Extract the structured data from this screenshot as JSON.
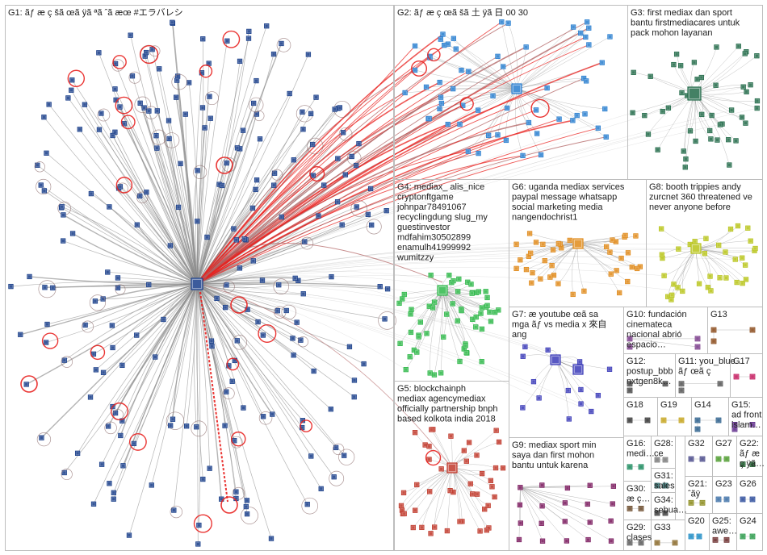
{
  "graph": {
    "groups": [
      {
        "id": "G1",
        "lines": [
          "G1: ãƒ æ ç šã œã ÿã ªã ˆã æœ #エラバレシ"
        ],
        "color": "#1a3f8a",
        "hubs": [
          [
            244,
            352
          ]
        ],
        "nodes": 230,
        "selfloops": 18
      },
      {
        "id": "G2",
        "lines": [
          "G2: ãƒ æ ç œã šã 土 ÿã 日 00 30"
        ],
        "color": "#2a7fd0",
        "hubs": [
          [
            640,
            110
          ]
        ],
        "nodes": 60,
        "selfloops": 4
      },
      {
        "id": "G3",
        "lines": [
          "G3: first mediax dan sport",
          "bantu firstmediacares untuk",
          "pack mohon layanan"
        ],
        "color": "#236b4a",
        "hubs": [
          [
            860,
            116
          ]
        ],
        "nodes": 45,
        "selfloops": 0
      },
      {
        "id": "G4",
        "lines": [
          "G4: mediax_ alis_nice",
          "cryptonftgame",
          "johnpar78491067",
          "recyclingdung slug_my",
          "guestinvestor",
          "mdfahim30502899",
          "enamulh41999992",
          "wumitzzy"
        ],
        "color": "#2fb84a",
        "hubs": [
          [
            548,
            360
          ]
        ],
        "nodes": 60,
        "selfloops": 0
      },
      {
        "id": "G5",
        "lines": [
          "G5: blockchainph",
          "mediax agencymediax",
          "officially partnership bnph",
          "based kolkota india 2018"
        ],
        "color": "#c0392b",
        "hubs": [
          [
            560,
            580
          ]
        ],
        "nodes": 45,
        "selfloops": 1
      },
      {
        "id": "G6",
        "lines": [
          "G6: uganda mediax services",
          "paypal message whatsapp",
          "social marketing media",
          "nangendochrist1"
        ],
        "color": "#e08a1a",
        "hubs": [
          [
            716,
            302
          ]
        ],
        "nodes": 40,
        "selfloops": 0
      },
      {
        "id": "G7",
        "lines": [
          "G7: æ youtube œã sa",
          "mga ãƒ vs media x 來自",
          "ang"
        ],
        "color": "#3b3bb8",
        "hubs": [
          [
            688,
            446
          ],
          [
            716,
            458
          ]
        ],
        "nodes": 14,
        "selfloops": 0
      },
      {
        "id": "G8",
        "lines": [
          "G8: booth trippies andy",
          "zurcnet 360 threatened ve",
          "never anyone before"
        ],
        "color": "#b8c41a",
        "hubs": [
          [
            862,
            308
          ]
        ],
        "nodes": 35,
        "selfloops": 0
      },
      {
        "id": "G9",
        "lines": [
          "G9: mediax sport min",
          "saya dan first mohon",
          "bantu untuk karena"
        ],
        "color": "#7a1a5e",
        "hubs": [],
        "nodes": 20,
        "selfloops": 0
      },
      {
        "id": "G10",
        "lines": [
          "G10: fundación",
          "cinemateca",
          "nacional abrió",
          "espacio…"
        ],
        "color": "#7a3b8a",
        "hubs": [],
        "nodes": 4,
        "selfloops": 0
      },
      {
        "id": "G11",
        "lines": [
          "G11: you_blue…",
          "ãƒ œã ç"
        ],
        "color": "#555555",
        "hubs": [],
        "nodes": 3,
        "selfloops": 0
      },
      {
        "id": "G12",
        "lines": [
          "G12:",
          "postup_bbb",
          "nxtgen8k…"
        ],
        "color": "#444444",
        "hubs": [],
        "nodes": 3,
        "selfloops": 0
      },
      {
        "id": "G13",
        "lines": [
          "G13"
        ],
        "color": "#8a4a1a",
        "hubs": [],
        "nodes": 3,
        "selfloops": 0
      },
      {
        "id": "G14",
        "lines": [
          "G14"
        ],
        "color": "#2a5e8a",
        "hubs": [],
        "nodes": 3,
        "selfloops": 0
      },
      {
        "id": "G15",
        "lines": [
          "G15:",
          "ad front",
          "islam…"
        ],
        "color": "#5e2a8a",
        "hubs": [],
        "nodes": 3,
        "selfloops": 0
      },
      {
        "id": "G16",
        "lines": [
          "G16:",
          "medi…"
        ],
        "color": "#1a8a5e",
        "hubs": [],
        "nodes": 2,
        "selfloops": 0
      },
      {
        "id": "G17",
        "lines": [
          "G17"
        ],
        "color": "#c41a5e",
        "hubs": [],
        "nodes": 2,
        "selfloops": 0
      },
      {
        "id": "G18",
        "lines": [
          "G18"
        ],
        "color": "#333333",
        "hubs": [],
        "nodes": 2,
        "selfloops": 0
      },
      {
        "id": "G19",
        "lines": [
          "G19"
        ],
        "color": "#c4a31a",
        "hubs": [],
        "nodes": 2,
        "selfloops": 0
      },
      {
        "id": "G20",
        "lines": [
          "G20"
        ],
        "color": "#1a8ac4",
        "hubs": [],
        "nodes": 2,
        "selfloops": 0
      },
      {
        "id": "G21",
        "lines": [
          "G21:",
          "ˆãÿ"
        ],
        "color": "#8a8a1a",
        "hubs": [],
        "nodes": 2,
        "selfloops": 0
      },
      {
        "id": "G22",
        "lines": [
          "G22:",
          "ãƒ æ",
          "ç ÿã…"
        ],
        "color": "#1a5e2a",
        "hubs": [],
        "nodes": 2,
        "selfloops": 0
      },
      {
        "id": "G23",
        "lines": [
          "G23"
        ],
        "color": "#3a6ea5",
        "hubs": [],
        "nodes": 2,
        "selfloops": 0
      },
      {
        "id": "G24",
        "lines": [
          "G24"
        ],
        "color": "#2a9a4a",
        "hubs": [],
        "nodes": 2,
        "selfloops": 0
      },
      {
        "id": "G25",
        "lines": [
          "G25:",
          "awe…"
        ],
        "color": "#6a2a2a",
        "hubs": [],
        "nodes": 2,
        "selfloops": 0
      },
      {
        "id": "G26",
        "lines": [
          "G26"
        ],
        "color": "#2a4a9a",
        "hubs": [],
        "nodes": 2,
        "selfloops": 0
      },
      {
        "id": "G27",
        "lines": [
          "G27"
        ],
        "color": "#4a9a2a",
        "hubs": [],
        "nodes": 2,
        "selfloops": 0
      },
      {
        "id": "G28",
        "lines": [
          "G28:",
          "ce"
        ],
        "color": "#7a7a7a",
        "hubs": [],
        "nodes": 2,
        "selfloops": 0
      },
      {
        "id": "G29",
        "lines": [
          "G29:",
          "clases"
        ],
        "color": "#5a5a5a",
        "hubs": [],
        "nodes": 2,
        "selfloops": 0
      },
      {
        "id": "G30",
        "lines": [
          "G30:",
          "æ ç…"
        ],
        "color": "#6a4a2a",
        "hubs": [],
        "nodes": 2,
        "selfloops": 0
      },
      {
        "id": "G31",
        "lines": [
          "G31:",
          "sales"
        ],
        "color": "#2a6a6a",
        "hubs": [],
        "nodes": 2,
        "selfloops": 0
      },
      {
        "id": "G32",
        "lines": [
          "G32"
        ],
        "color": "#4a4a8a",
        "hubs": [],
        "nodes": 2,
        "selfloops": 0
      },
      {
        "id": "G33",
        "lines": [
          "G33"
        ],
        "color": "#8a6a2a",
        "hubs": [],
        "nodes": 2,
        "selfloops": 0
      },
      {
        "id": "G34",
        "lines": [
          "G34:",
          "sebua…"
        ],
        "color": "#3a3a3a",
        "hubs": [],
        "nodes": 2,
        "selfloops": 0
      }
    ],
    "edge_colors": {
      "normal": "#8c8c8c",
      "highlight": "#e8201e",
      "mutual": "#b06060"
    }
  }
}
